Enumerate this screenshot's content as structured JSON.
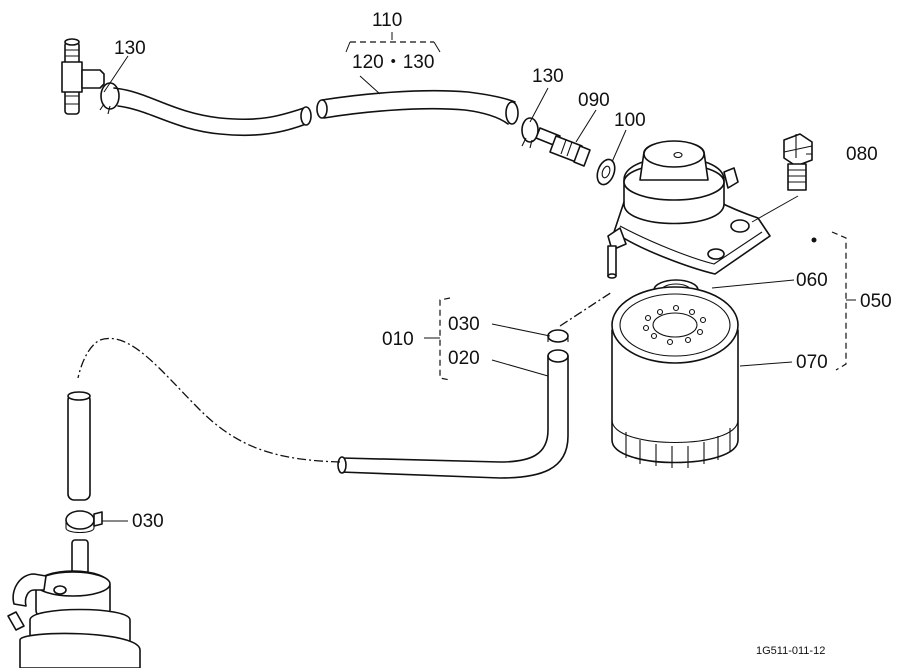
{
  "callouts": {
    "p110": "110",
    "p120_130": "120・130",
    "p130_left": "130",
    "p130_right": "130",
    "p090": "090",
    "p100": "100",
    "p080": "080",
    "p060": "060",
    "p050": "050",
    "p070": "070",
    "p010": "010",
    "p030_upper": "030",
    "p020": "020",
    "p030_lower": "030"
  },
  "reference_code": "1G511-011-12"
}
